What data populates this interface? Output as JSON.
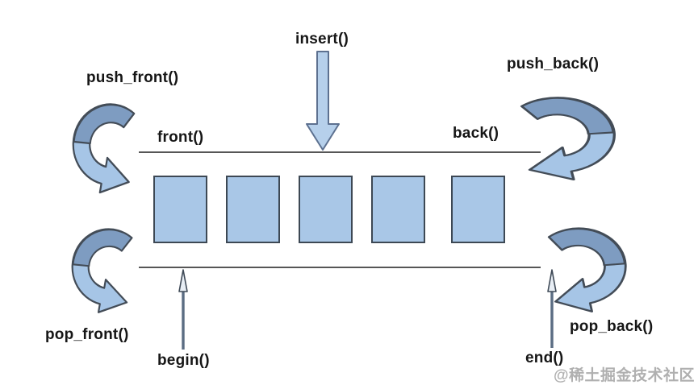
{
  "diagram": {
    "title_implied": "deque operations",
    "labels": {
      "insert": "insert()",
      "push_front": "push_front()",
      "push_back": "push_back()",
      "front": "front()",
      "back": "back()",
      "pop_front": "pop_front()",
      "pop_back": "pop_back()",
      "begin": "begin()",
      "end": "end()"
    },
    "container": {
      "type": "deque-cells",
      "cell_count": 5
    },
    "icons": [
      "insert-down-block-arrow",
      "push-front-curved-arrow",
      "pop-front-curved-arrow",
      "push-back-curved-arrow",
      "pop-back-curved-arrow",
      "begin-up-arrow",
      "end-up-arrow"
    ],
    "colors": {
      "background": "#ffffff",
      "cell_fill": "#a9c7e7",
      "cell_border": "#3d4854",
      "ribbon_light": "#a6c5e6",
      "ribbon_dark": "#7e9cc1",
      "ribbon_outline": "#434c57",
      "block_arrow_fill": "#b6d0eb",
      "block_arrow_outline": "#5d7190",
      "thin_arrow_shaft": "#5b6d83",
      "thin_arrow_head_fill": "#e8eef5",
      "line": "#565656",
      "text": "#161616",
      "watermark_text": "#a3a3a3"
    },
    "watermark": "@稀土掘金技术社区"
  }
}
